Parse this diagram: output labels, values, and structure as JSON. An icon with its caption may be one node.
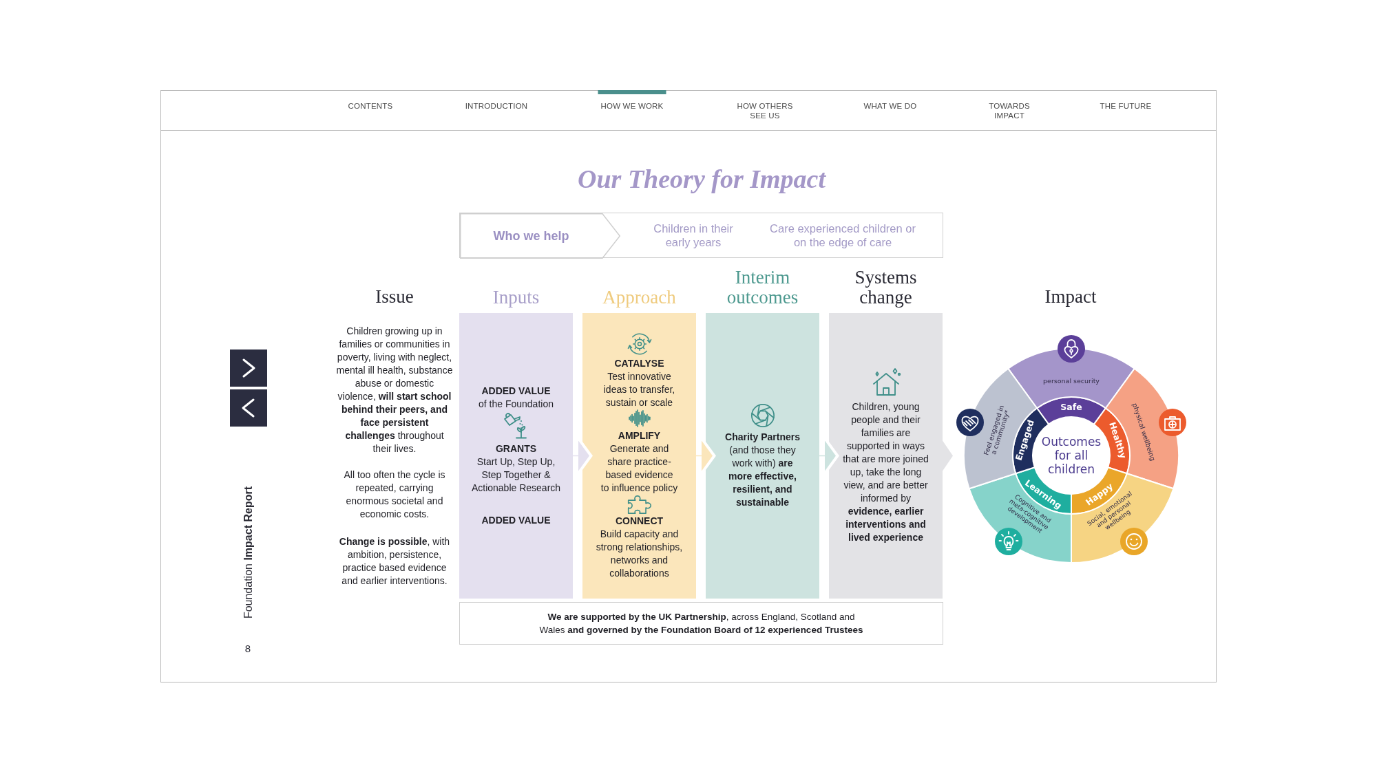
{
  "diagram": {
    "title": "Our Theory for Impact",
    "nodes": [
      {
        "text": [],
        "shape": "box"
      },
      {
        "text": [
          "Who we help"
        ],
        "in": 0
      },
      {
        "text": [
          "Children in their early years"
        ],
        "in": 0
      },
      {
        "text": [
          "Care experienced children or on the edge of care"
        ],
        "in": 0
      },
      {
        "text": [
          "Inputs",
          "ADDED VALUE",
          "of the Foundation",
          "GRANTS",
          "Start Up, Step Up, Step Together & Actionable Research",
          "ADDED VALUE"
        ]
      },
      {
        "text": [
          "Approach",
          "CATALYSE",
          "Test innovative ideas to transfer, sustain or scale",
          "AMPLIFY",
          "Generate and share practice-based evidence to influence policy",
          "CONNECT",
          "Build capacity and strong relationships, networks and collaborations"
        ]
      },
      {
        "text": [
          "Interim outcomes",
          "**Charity Partners** (and those they work with) **are more effective, resilient, and sustainable**"
        ]
      },
      {
        "text": [
          "Systems change",
          "Children, young people and their families are supported in ways that are more joined up, take the long view, and are better informed by **evidence, earlier interventions and lived experience**"
        ]
      },
      {
        "text": [
          "**We are supported by the UK Partnership**, across England, Scotland and Wales **and governed by the Foundation Board of 12 experienced Trustees**"
        ]
      },
      {
        "text": [
          "Outcomes for all children"
        ]
      },
      {
        "text": [
          "Safe"
        ]
      },
      {
        "text": [
          "personal security"
        ]
      },
      {
        "text": [
          "Healthy"
        ]
      },
      {
        "text": [
          "physical wellbeing"
        ]
      },
      {
        "text": [
          "Happy"
        ]
      },
      {
        "text": [
          "Social, emotional and personal wellbeing"
        ]
      },
      {
        "text": [
          "Learning"
        ]
      },
      {
        "text": [
          "Cognitive and meta-cognitive development"
        ]
      },
      {
        "text": [
          "Engaged"
        ]
      },
      {
        "text": [
          "Feel engaged in a community*"
        ]
      }
    ],
    "edges": [
      {
        "from": 4,
        "to": 5,
        "arrow": "to",
        "color": "#e4e0ef"
      },
      {
        "from": 5,
        "to": 6,
        "arrow": "to",
        "color": "#fbe6bb"
      },
      {
        "from": 6,
        "to": 7,
        "arrow": "to",
        "color": "#cde3df"
      }
    ],
    "labels": [
      "CONTENTS",
      "INTRODUCTION",
      "HOW WE WORK",
      "HOW OTHERS SEE US",
      "WHAT WE DO",
      "TOWARDS IMPACT",
      "THE FUTURE",
      "Issue",
      "Children growing up in families or communities in poverty, living with neglect, mental ill health, substance abuse or domestic violence, **will start school behind their peers, and face persistent challenges** throughout their lives.",
      "All too often the cycle is repeated, carrying enormous societal and economic costs.",
      "**Change is possible**, with ambition, persistence, practice based evidence and earlier interventions.",
      "Impact",
      "Foundation **Impact Report**",
      "8"
    ]
  }
}
